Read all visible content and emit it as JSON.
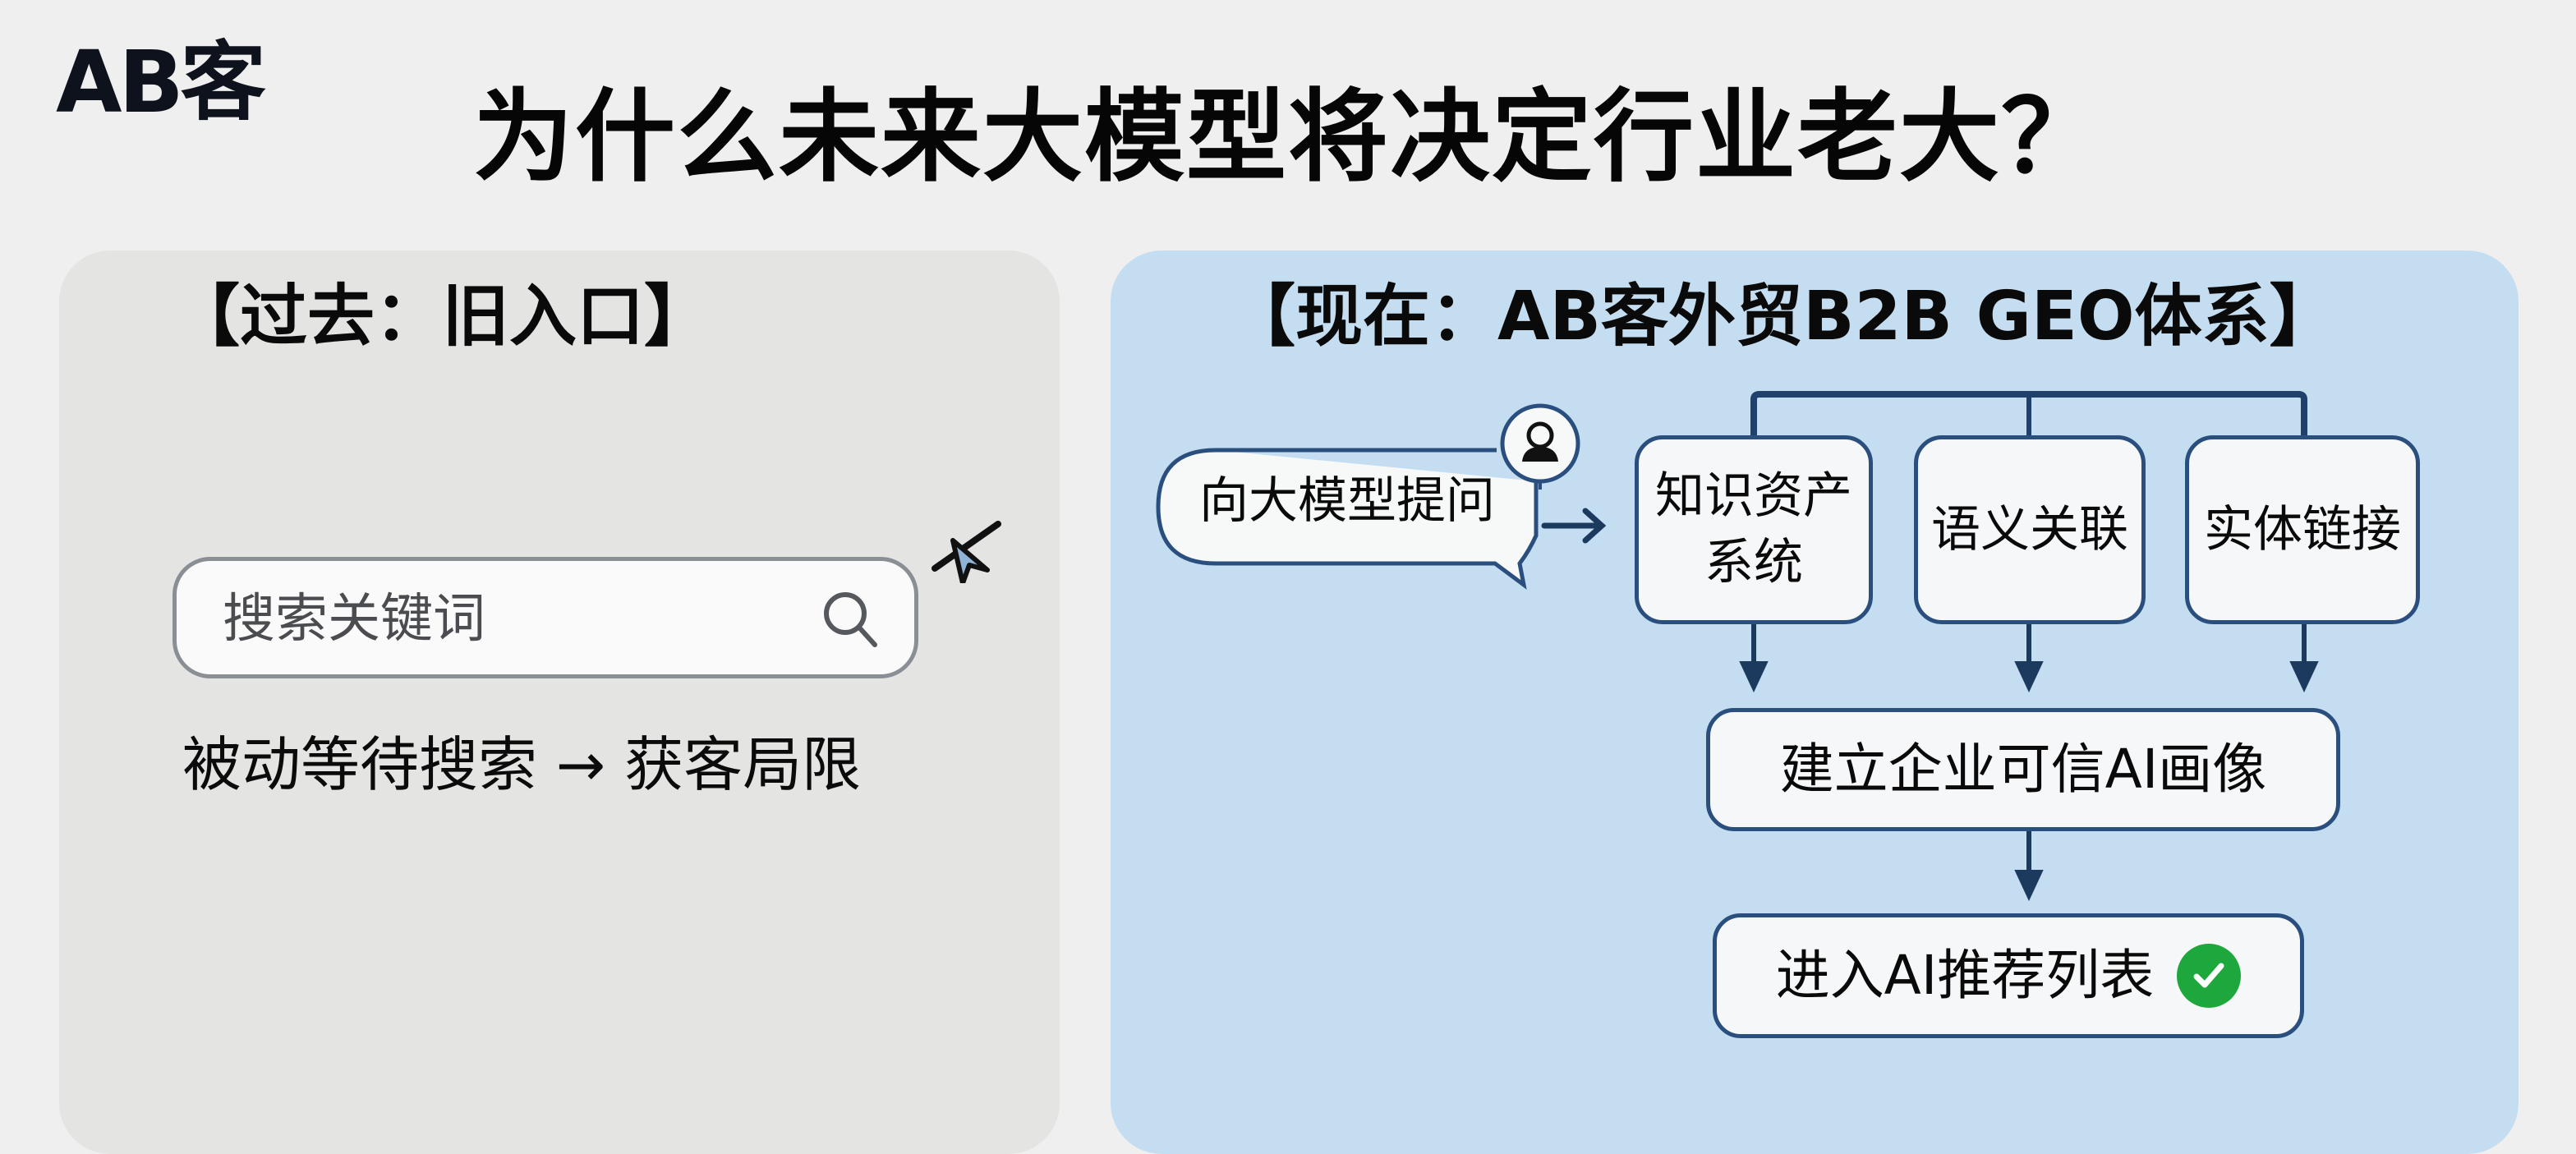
{
  "logo": {
    "text": "AB客"
  },
  "title": "为什么未来大模型将决定行业老大？",
  "left_panel": {
    "heading": "【过去：旧入口】",
    "search": {
      "placeholder": "搜索关键词",
      "icon": "search-icon"
    },
    "cursor_icon": "mouse-cursor-icon",
    "caption": "被动等待搜索 → 获客局限"
  },
  "right_panel": {
    "heading": "【现在：AB客外贸B2B GEO体系】",
    "question_bubble": {
      "text": "向大模型提问",
      "icon": "user-avatar-icon"
    },
    "pillars": [
      {
        "label": "知识资产\n系统"
      },
      {
        "label": "语义关联"
      },
      {
        "label": "实体链接"
      }
    ],
    "profile_box": {
      "label": "建立企业可信AI画像"
    },
    "result_box": {
      "label": "进入AI推荐列表",
      "icon": "check-circle-icon"
    }
  },
  "colors": {
    "page_bg": "#efefef",
    "left_panel_bg": "#e4e4e3",
    "right_panel_bg": "#c5ddf0",
    "box_border": "#2a4f7e",
    "arrow": "#1b3a5e",
    "check_green": "#1ea73c"
  }
}
